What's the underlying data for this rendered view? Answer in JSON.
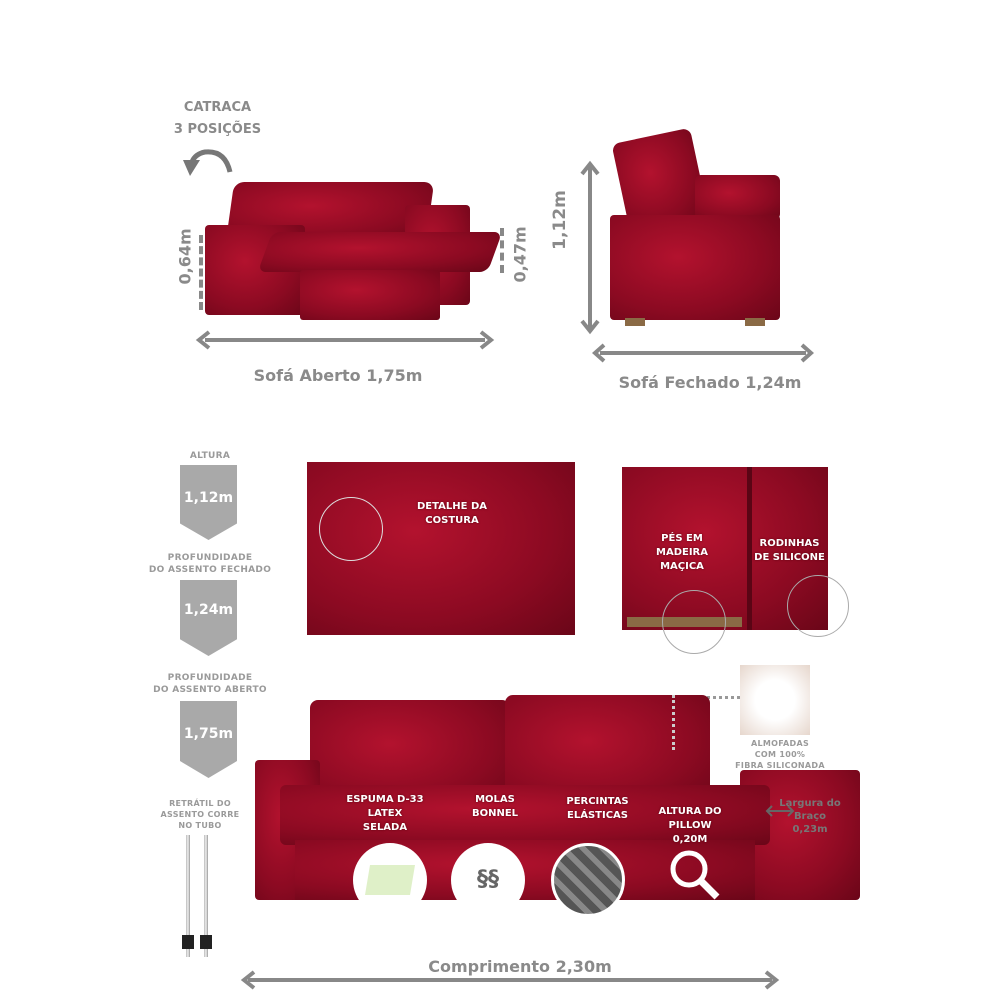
{
  "top": {
    "catraca_line1": "CATRACA",
    "catraca_line2": "3 POSIÇÕES",
    "open_height": "0,64m",
    "open_seat_height": "0,47m",
    "open_caption": "Sofá Aberto 1,75m",
    "closed_height": "1,12m",
    "closed_caption": "Sofá Fechado 1,24m"
  },
  "specs": [
    {
      "label_line1": "ALTURA",
      "label_line2": "",
      "value": "1,12m"
    },
    {
      "label_line1": "PROFUNDIDADE",
      "label_line2": "DO ASSENTO FECHADO",
      "value": "1,24m"
    },
    {
      "label_line1": "PROFUNDIDADE",
      "label_line2": "DO ASSENTO ABERTO",
      "value": "1,75m"
    }
  ],
  "tube": {
    "line1": "RETRÁTIL DO",
    "line2": "ASSENTO CORRE",
    "line3": "NO TUBO"
  },
  "details": {
    "stitch_line1": "DETALHE DA",
    "stitch_line2": "COSTURA",
    "feet_line1": "PÉS EM",
    "feet_line2": "MADEIRA",
    "feet_line3": "MAÇICA",
    "wheels_line1": "RODINHAS",
    "wheels_line2": "DE SILICONE"
  },
  "fiber": {
    "line1": "ALMOFADAS",
    "line2": "COM 100%",
    "line3": "FIBRA SILICONADA"
  },
  "features": {
    "foam_line1": "ESPUMA D-33",
    "foam_line2": "LATEX",
    "foam_line3": "SELADA",
    "springs_line1": "MOLAS",
    "springs_line2": "BONNEL",
    "straps_line1": "PERCINTAS",
    "straps_line2": "ELÁSTICAS",
    "pillow_line1": "ALTURA DO",
    "pillow_line2": "PILLOW",
    "pillow_line3": "0,20M"
  },
  "arm": {
    "line1": "Largura do",
    "line2": "Braço",
    "line3": "0,23m"
  },
  "length_caption": "Comprimento 2,30m",
  "colors": {
    "sofa": "#8c0a22",
    "label_gray": "#8a8a8a",
    "badge_gray": "#a9a9a9"
  }
}
